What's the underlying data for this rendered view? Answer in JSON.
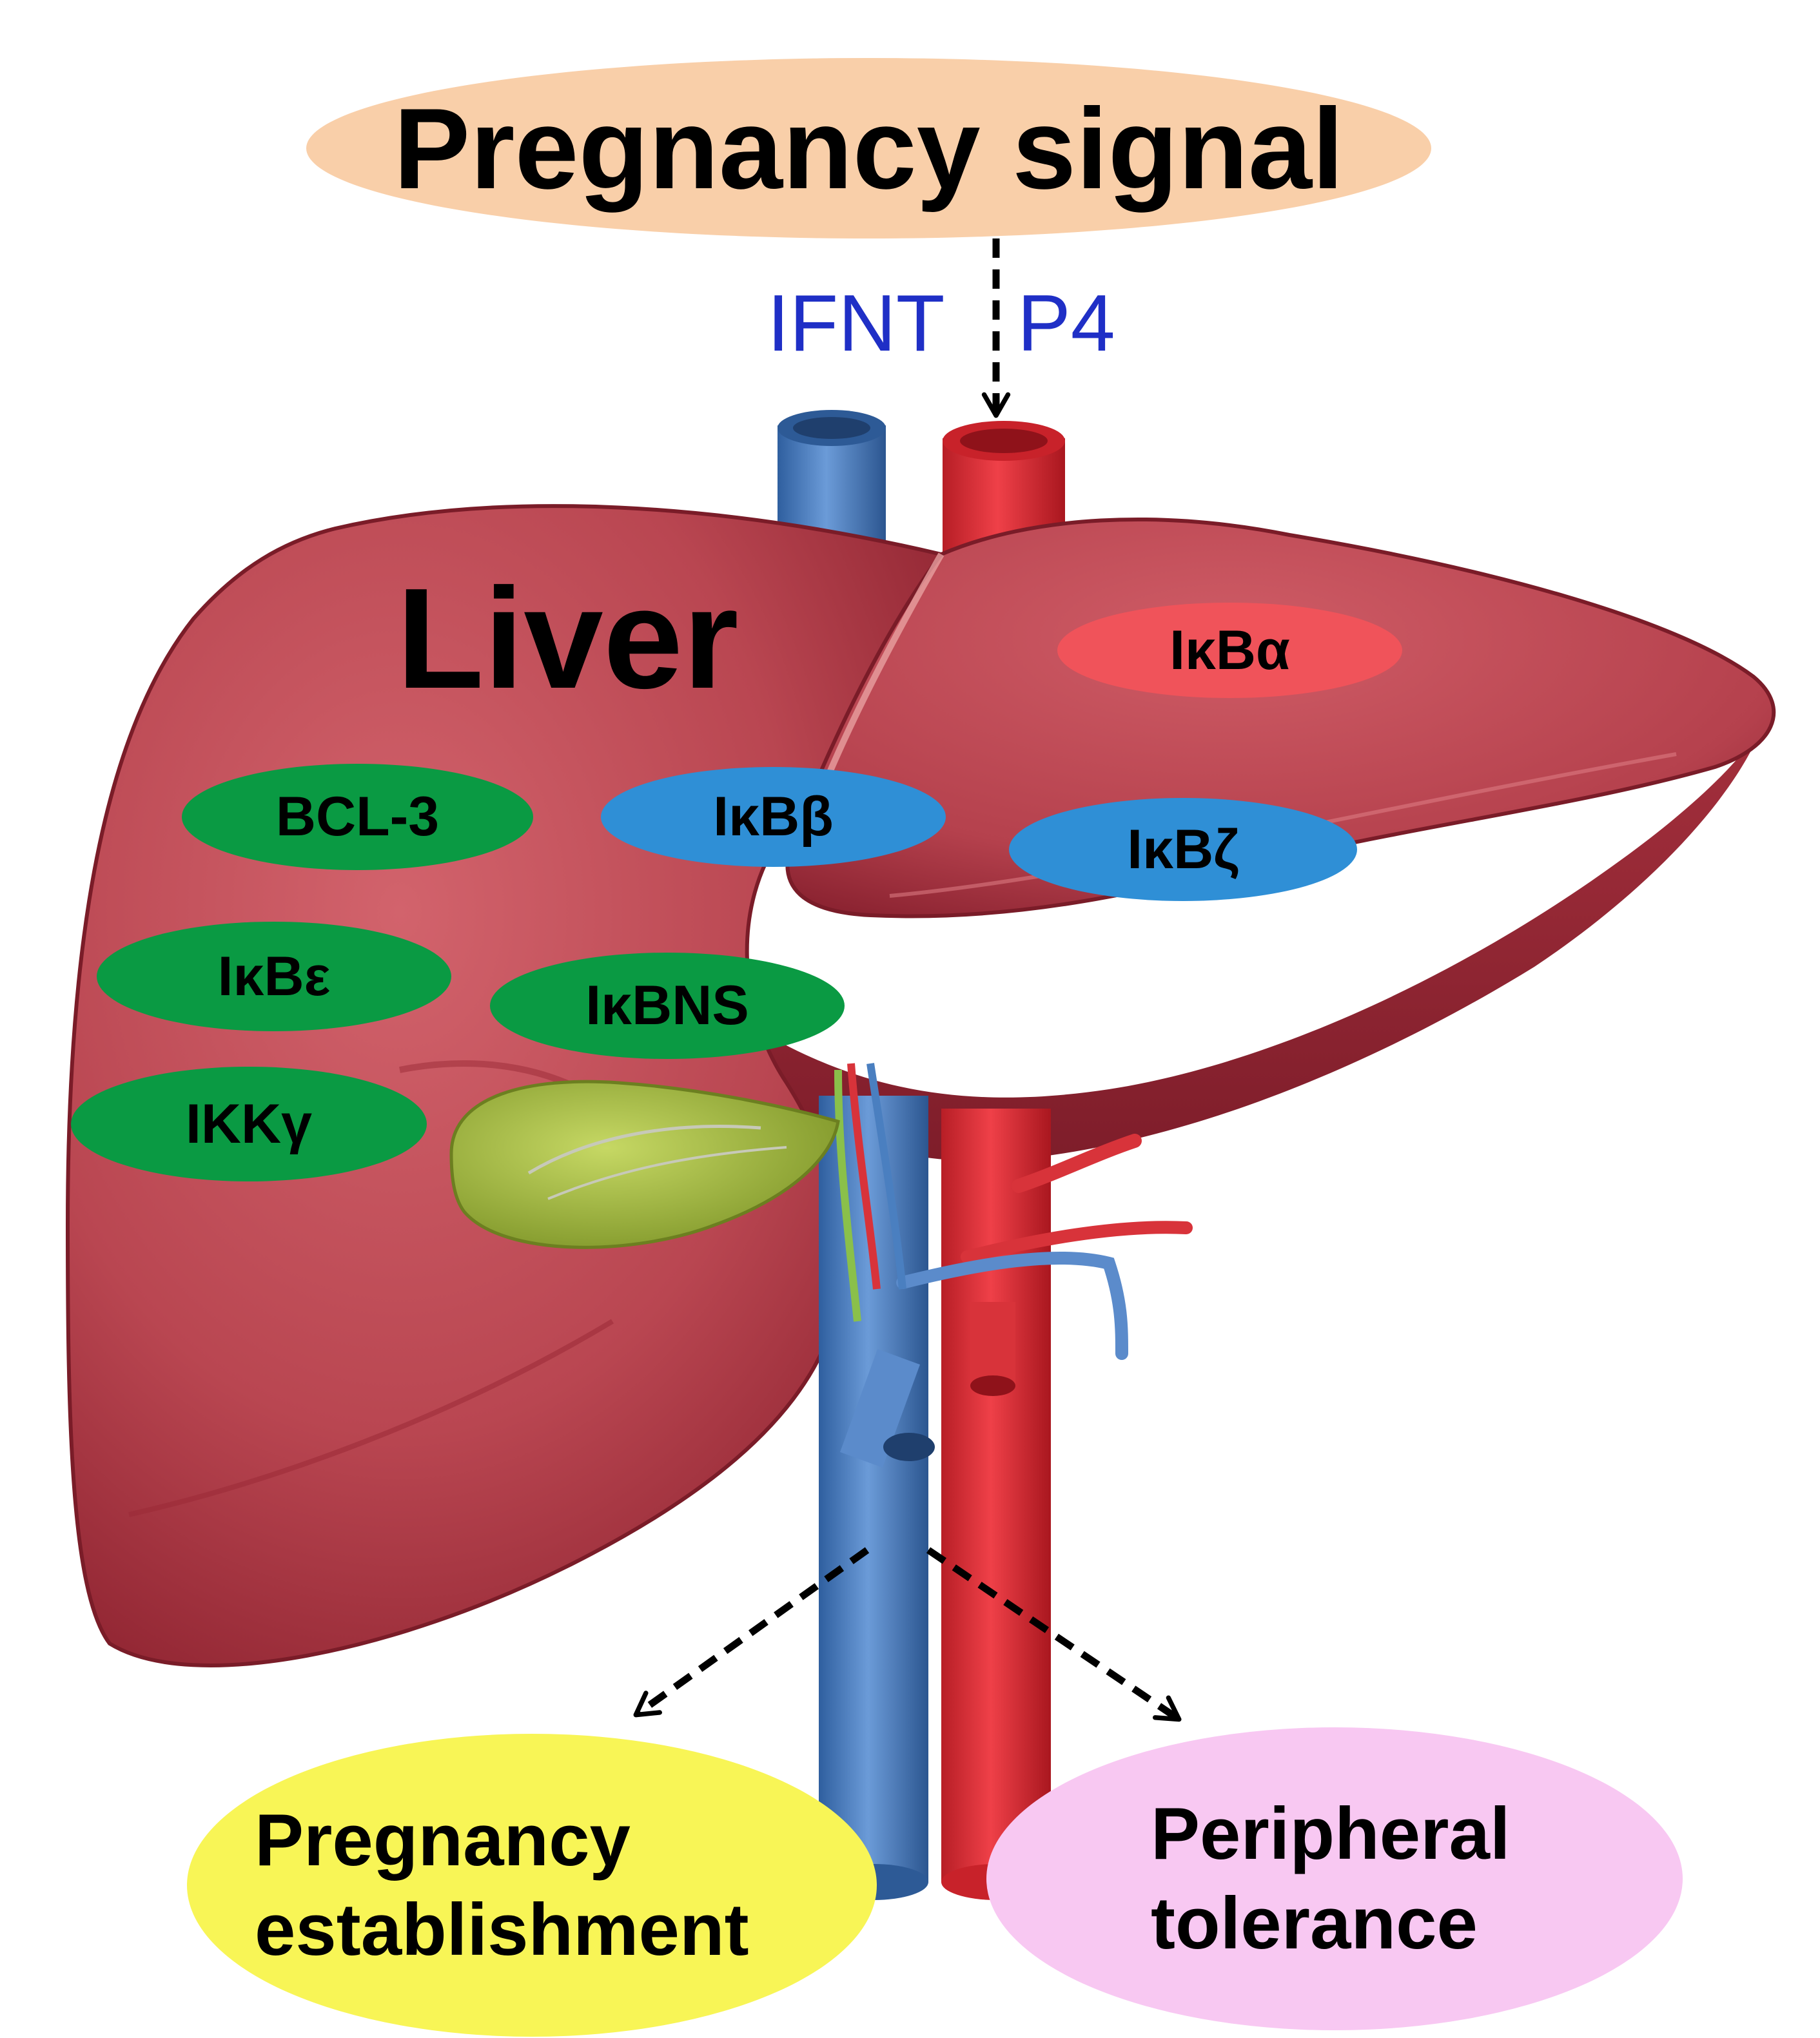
{
  "colors": {
    "signal_fill": "#f9cfa9",
    "liver_light": "#c9525d",
    "liver_dark": "#8e2330",
    "vessel_red": "#e0333b",
    "vessel_blue": "#4a7fc0",
    "gallbladder": "#a9bd3e",
    "green_node": "#0a9a43",
    "blue_node": "#2f8fd6",
    "red_node": "#f0535a",
    "signal_text": "#1f2fc6",
    "outcome_yellow": "#f8f556",
    "outcome_pink": "#f8c8f2"
  },
  "top_signal": "Pregnancy signal",
  "signal_left": "IFNT",
  "signal_right": "P4",
  "organ_title": "Liver",
  "factors": {
    "ikba": "IκBα",
    "bcl3": "BCL-3",
    "ikbb": "IκBβ",
    "ikbz": "IκBζ",
    "ikbe": "IκBε",
    "ikbns": "IκBNS",
    "ikkg": "IKKγ"
  },
  "outcomes": {
    "left_line1": "Pregnancy",
    "left_line2": "establishment",
    "right_line1": "Peripheral",
    "right_line2": "tolerance"
  }
}
